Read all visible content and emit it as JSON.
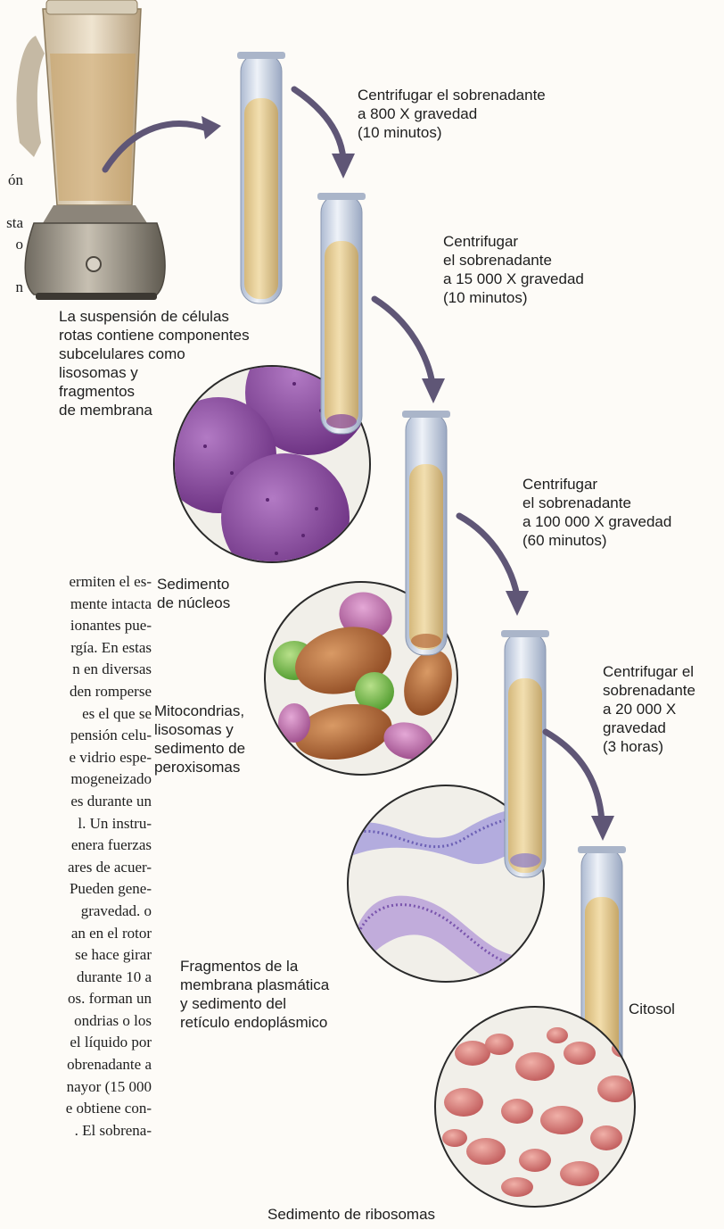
{
  "colors": {
    "arrow": "#6b5f7e",
    "tube_glass": "#c9d3e3",
    "liquid": "#e9c989",
    "nucleus": "#8a4d9e",
    "mito": "#b5693a",
    "peroxisome": "#7dbb4e",
    "lysosome": "#c479b4",
    "membrane": "#8a7bc9",
    "ribosome": "#d77a7a"
  },
  "steps": [
    {
      "text": [
        "Centrifugar el sobrenadante",
        "a 800 X gravedad",
        "(10 minutos)"
      ]
    },
    {
      "text": [
        "Centrifugar",
        "el sobrenadante",
        "a 15 000 X gravedad",
        "(10 minutos)"
      ]
    },
    {
      "text": [
        "Centrifugar",
        "el sobrenadante",
        "a 100 000 X gravedad",
        "(60 minutos)"
      ]
    },
    {
      "text": [
        "Centrifugar el",
        "sobrenadante",
        "a 20 000 X",
        "gravedad",
        "(3 horas)"
      ]
    }
  ],
  "suspension_label": [
    "La suspensión de células",
    "rotas contiene componentes",
    "subcelulares como",
    "lisosomas y",
    "fragmentos",
    "de membrana"
  ],
  "pellets": [
    {
      "text": [
        "Sedimento",
        "de núcleos"
      ]
    },
    {
      "text": [
        "Mitocondrias,",
        "lisosomas y",
        "sedimento de",
        "peroxisomas"
      ]
    },
    {
      "text": [
        "Fragmentos de la",
        "membrana plasmática",
        "y sedimento del",
        "retículo endoplásmico"
      ]
    },
    {
      "text": [
        "Sedimento de ribosomas"
      ]
    }
  ],
  "citosol_label": "Citosol",
  "left_fragments": [
    "ón",
    "",
    "sta",
    "o",
    "",
    "n"
  ],
  "body_text": [
    "ermiten el es-",
    "mente intacta",
    "ionantes pue-",
    "rgía. En estas",
    "n en diversas",
    "den romperse",
    "es el que se",
    "pensión celu-",
    "e vidrio espe-",
    "mogeneizado",
    "es durante un",
    "l. Un instru-",
    "enera fuerzas",
    "ares de acuer-",
    "Pueden gene-",
    "gravedad. o",
    "an en el rotor",
    "se hace girar",
    "durante 10 a",
    "os. forman un",
    "ondrias o los",
    "el líquido por",
    "obrenadante a",
    "nayor (15 000",
    "e obtiene con-",
    ". El sobrena-"
  ]
}
